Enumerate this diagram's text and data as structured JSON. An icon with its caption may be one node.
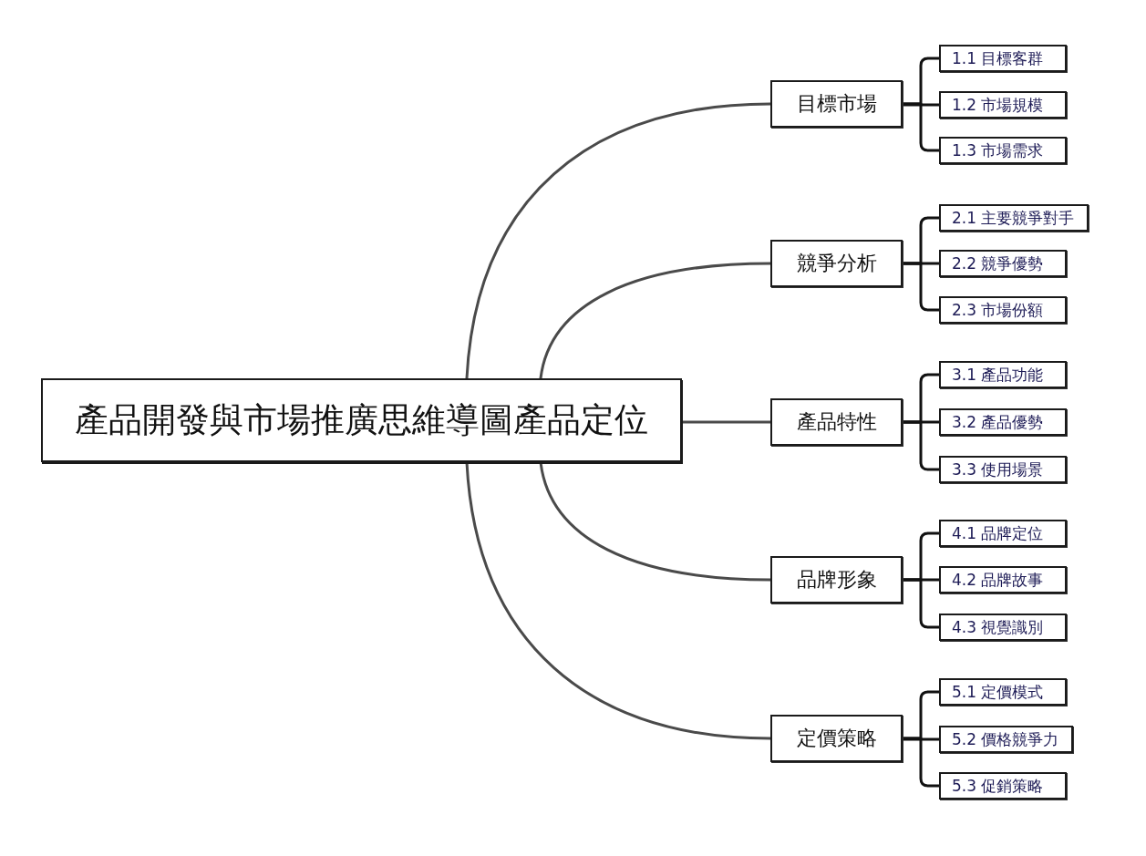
{
  "diagram": {
    "nodes": [
      {
        "text": [
          "產品開發與市場推廣思維導圖產品定位"
        ]
      },
      {
        "text": [
          "目標市場"
        ]
      },
      {
        "text": [
          "1.1 目標客群"
        ]
      },
      {
        "text": [
          "1.2 市場規模"
        ]
      },
      {
        "text": [
          "1.3 市場需求"
        ]
      },
      {
        "text": [
          "競爭分析"
        ]
      },
      {
        "text": [
          "2.1 主要競爭對手"
        ]
      },
      {
        "text": [
          "2.2 競爭優勢"
        ]
      },
      {
        "text": [
          "2.3 市場份額"
        ]
      },
      {
        "text": [
          "產品特性"
        ]
      },
      {
        "text": [
          "3.1 產品功能"
        ]
      },
      {
        "text": [
          "3.2 產品優勢"
        ]
      },
      {
        "text": [
          "3.3 使用場景"
        ]
      },
      {
        "text": [
          "品牌形象"
        ]
      },
      {
        "text": [
          "4.1 品牌定位"
        ]
      },
      {
        "text": [
          "4.2 品牌故事"
        ]
      },
      {
        "text": [
          "4.3 視覺識別"
        ]
      },
      {
        "text": [
          "定價策略"
        ]
      },
      {
        "text": [
          "5.1 定價模式"
        ]
      },
      {
        "text": [
          "5.2 價格競爭力"
        ]
      },
      {
        "text": [
          "5.3 促銷策略"
        ]
      }
    ],
    "edges": [
      {
        "from": 0,
        "to": 1,
        "arrow": "none",
        "color": "#4a4a4a"
      },
      {
        "from": 1,
        "to": 2,
        "arrow": "none"
      },
      {
        "from": 1,
        "to": 3,
        "arrow": "none"
      },
      {
        "from": 1,
        "to": 4,
        "arrow": "none"
      },
      {
        "from": 0,
        "to": 5,
        "arrow": "none",
        "color": "#4a4a4a"
      },
      {
        "from": 5,
        "to": 6,
        "arrow": "none"
      },
      {
        "from": 5,
        "to": 7,
        "arrow": "none"
      },
      {
        "from": 5,
        "to": 8,
        "arrow": "none"
      },
      {
        "from": 0,
        "to": 9,
        "arrow": "none",
        "color": "#4a4a4a"
      },
      {
        "from": 9,
        "to": 10,
        "arrow": "none"
      },
      {
        "from": 9,
        "to": 11,
        "arrow": "none"
      },
      {
        "from": 9,
        "to": 12,
        "arrow": "none"
      },
      {
        "from": 0,
        "to": 13,
        "arrow": "none",
        "color": "#4a4a4a"
      },
      {
        "from": 13,
        "to": 14,
        "arrow": "none"
      },
      {
        "from": 13,
        "to": 15,
        "arrow": "none"
      },
      {
        "from": 13,
        "to": 16,
        "arrow": "none"
      },
      {
        "from": 0,
        "to": 17,
        "arrow": "none",
        "color": "#4a4a4a"
      },
      {
        "from": 17,
        "to": 18,
        "arrow": "none"
      },
      {
        "from": 17,
        "to": 19,
        "arrow": "none"
      },
      {
        "from": 17,
        "to": 20,
        "arrow": "none"
      }
    ]
  }
}
